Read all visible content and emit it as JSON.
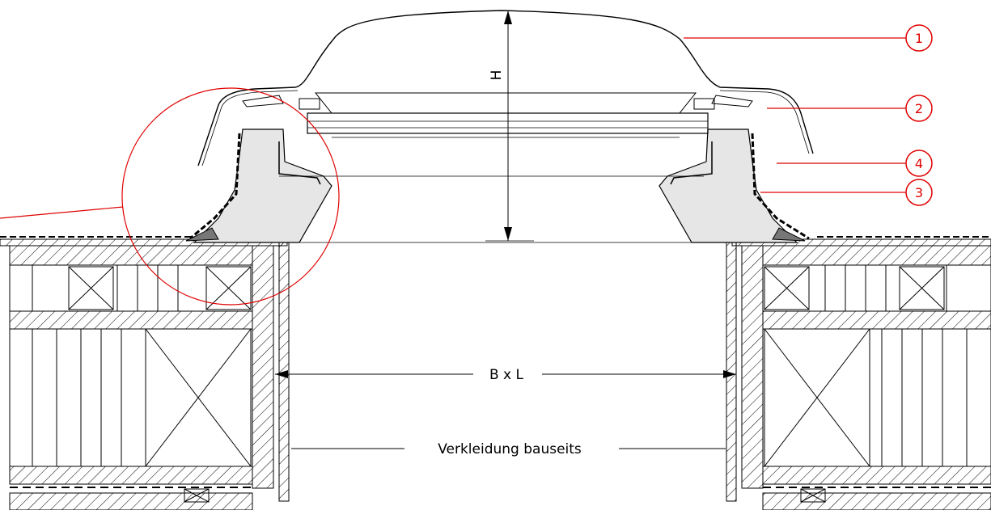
{
  "drawing": {
    "dimension_height": "H",
    "dimension_width": "B x L",
    "cladding_label": "Verkleidung bauseits"
  },
  "callouts": [
    {
      "number": "1"
    },
    {
      "number": "2"
    },
    {
      "number": "3"
    },
    {
      "number": "4"
    }
  ],
  "colors": {
    "line": "#000000",
    "callout": "#e00000",
    "frame_fill": "#e6e6e6"
  }
}
